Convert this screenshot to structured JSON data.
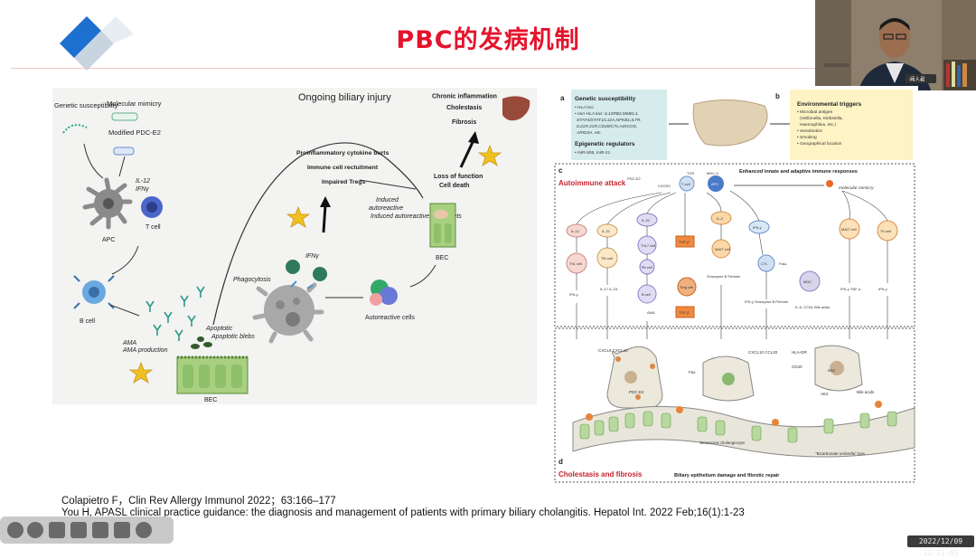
{
  "slide": {
    "title": "PBC的发病机制",
    "citations": [
      "Colapietro F，Clin Rev Allergy Immunol 2022；63:166–177",
      "You H, APASL clinical practice guidance: the diagnosis and management of patients with primary biliary cholangitis. Hepatol Int. 2022 Feb;16(1):1-23"
    ]
  },
  "left_figure": {
    "genetic_susceptibility": "Genetic susceptibility",
    "molecular_mimicry": "Molecular mimicry",
    "modified_pdc": "Modified PDC-E2",
    "il12": "IL-12",
    "ifng1": "IFNγ",
    "apc": "APC",
    "tcell": "T cell",
    "bcell": "B cell",
    "ama_production": "AMA production",
    "bec1": "BEC",
    "apoptotic_blebs": "Apoptotic blebs",
    "phagocytosis": "Phagocytosis",
    "ongoing_injury": "Ongoing biliary injury",
    "proinflammatory": "Proinflammatory cytokine burts",
    "immune_recruitment": "Immune cell rectuitment",
    "impaired_tregs": "Impaired Tregs",
    "ifng2": "IFNγ",
    "induced_targets": "Induced autoreactive cell targets",
    "autoreactive_cells": "Autoreactive cells",
    "bec2": "BEC",
    "chronic_inflammation": "Chronic inflammation",
    "cholestasis": "Cholestasis",
    "fibrosis": "Fibrosis",
    "loss_of_function": "Loss of function",
    "cell_death": "Cell death"
  },
  "right_figure": {
    "panel_a": "a",
    "panel_b": "b",
    "panel_c": "c",
    "panel_d": "d",
    "genetic_title": "Genetic susceptibility",
    "genetic_line1": "• HLA loci",
    "genetic_line2": "• non-HLA loci: IL12RB2,MMEL1,",
    "genetic_line3": "STAT4/STAT1/L12A,NFKB1,ILTR,",
    "genetic_line4": "IL21R,21R,CD28/CTLA4/ICOS,",
    "genetic_line5": "ARID3A, etc.",
    "epigenetic_title": "Epigenetic regulators",
    "epigenetic_line": "• miR-506, miR-21",
    "env_title": "Environmental triggers",
    "env_line1": "• Microbial antigen",
    "env_line2": "(Veillonella, Klebsiella,",
    "env_line3": "Haemophilus, etc.)",
    "env_line4": "• Xenobiotics",
    "env_line5": "• Smoking",
    "env_line6": "• Geographical location",
    "enhanced": "Enhanced innate and adaptive immune responses",
    "autoimmune": "Autoimmune attack",
    "molecular_mimicry": "molecular mimicry",
    "cholestasis_fibrosis": "Cholestasis and fibrosis",
    "biliary_damage": "Biliary epithelium damage and fibrotic repair",
    "senescent": "Senescent cholangiocyte",
    "bicarbonate": "\"Bicarbonate umbrella\" loss",
    "cxcl_left": "CXCL9 CXCL10",
    "cxcl_right": "CXCL10 CCL20",
    "pdc": "PDC-E2",
    "hla": "HLA-DR",
    "cd40": "CD40",
    "ae2": "AE2",
    "bile_acids": "Bile acids",
    "bile_acids2": "Bile acids",
    "sac": "sAC",
    "nodes": [
      "IL-12",
      "IL-21",
      "IL-21",
      "TGF-β",
      "IL-2",
      "IFN-γ",
      "Th1 cell",
      "Tfh cell",
      "Th17 cell",
      "Tfh cell",
      "IL-17 IL-23",
      "B cell",
      "AMA",
      "Treg cell",
      "TGF-β",
      "MAIT cell",
      "Th cell",
      "IFN-γ",
      "IFN-γ TNF-α",
      "Granzyme B Perforin",
      "IFN-γ Granzyme B Perforin",
      "CTL",
      "MDC",
      "IL-6, CCN1 Bile acids",
      "IFN-γ",
      "APC",
      "T cell",
      "TCR",
      "MHC-II",
      "FasL",
      "PDC-E2",
      "CXCR3",
      "Fas"
    ]
  },
  "overlay": {
    "mic_label": "·闻人君",
    "timestamp": "2022/12/09 12:21:05"
  },
  "colors": {
    "title_red": "#e4142c",
    "autoimmune_red": "#c8232c",
    "box_a": "#d6ecec",
    "box_b": "#fdf3c4"
  }
}
